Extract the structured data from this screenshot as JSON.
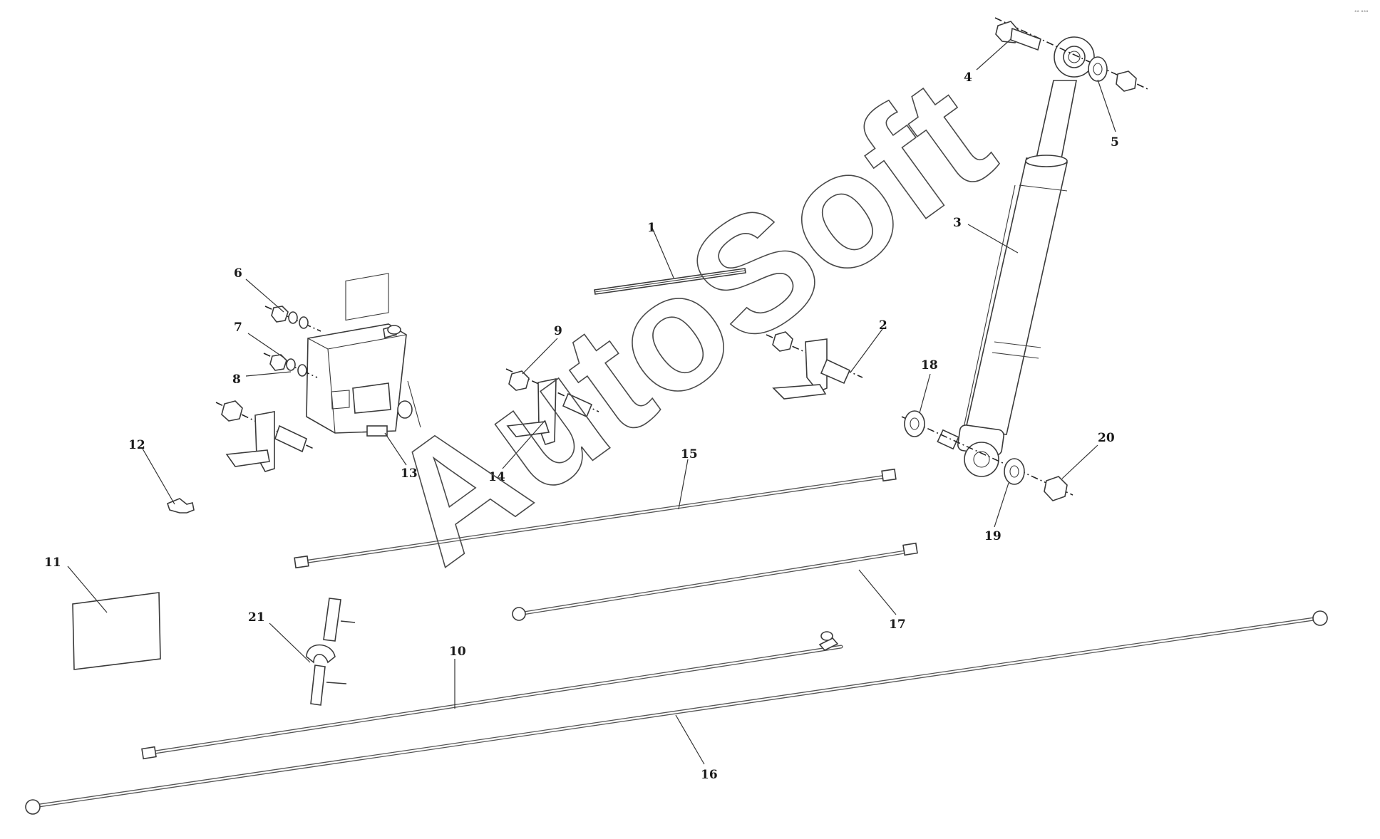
{
  "watermark": "AutoSoft",
  "corner_mark": "°° °°°",
  "callouts": [
    "1",
    "2",
    "3",
    "4",
    "5",
    "6",
    "7",
    "8",
    "9",
    "10",
    "11",
    "12",
    "13",
    "14",
    "15",
    "16",
    "17",
    "18",
    "19",
    "20",
    "21"
  ],
  "colors": {
    "line": "#3a3a3a",
    "label": "#1a1a1a",
    "background": "#ffffff"
  }
}
